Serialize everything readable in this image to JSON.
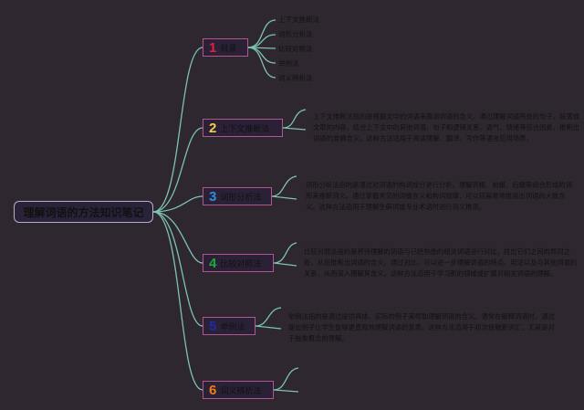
{
  "root": {
    "title": "理解词语的方法知识笔记"
  },
  "nodes": [
    {
      "num": "1",
      "label": "目录",
      "color": "#e0203c"
    },
    {
      "num": "2",
      "label": "上下文推断法",
      "color": "#f2d04a"
    },
    {
      "num": "3",
      "label": "词形分析法",
      "color": "#2a8fe0"
    },
    {
      "num": "4",
      "label": "比较对照法",
      "color": "#1fa83a"
    },
    {
      "num": "5",
      "label": "举例法",
      "color": "#1e2aa8"
    },
    {
      "num": "6",
      "label": "词义辨析法",
      "color": "#f07a18"
    }
  ],
  "toc": [
    "上下文推断法",
    "词形分析法",
    "比较对照法",
    "举例法",
    "词义辨析法"
  ],
  "descriptions": {
    "n2": "上下文推断法指的是根据文中的词语来猜测词语的含义。通过理解词语所处的句子、段落或文章的内容，结合上下文中的其他词语、句子和逻辑关系、语气、情绪等综合因素，推断出词语的准确含义。这种方法适用于阅读理解、翻译、写作等语言应用场景。",
    "n3": "词形分析法指的是通过对词语的构词成分进行分析，理解词根、前缀、后缀等组合形成的词形来推断词义。通过掌握常见的词缀含义和构词规律，可以较容易地推测出词语的大致含义。这种方法适用于理解生僻词或专业术语时进行词义推测。",
    "n4": "比较对照法指的是将待理解的词语与已经熟悉的相关词语进行对比，找出它们之间的异同之处，从而推断出词语的含义。通过对比，可以进一步理解词语的特点、用法以及与其他词语的关系，从而深入理解其含义。这种方法适用于学习新的领域或扩展对相关词语的理解。",
    "n5": "举例法指的是通过提供具体、实际的例子来帮助理解词语的含义。通常在解释词语时，通过提出例子让学生能够更直观地理解词语的意思。这种方法适用于初次接触新词汇，尤其是对于抽象概念的理解。"
  },
  "colors": {
    "link": "#7cc2b6",
    "node_border": "#b0558e",
    "background": "#2e2730"
  }
}
